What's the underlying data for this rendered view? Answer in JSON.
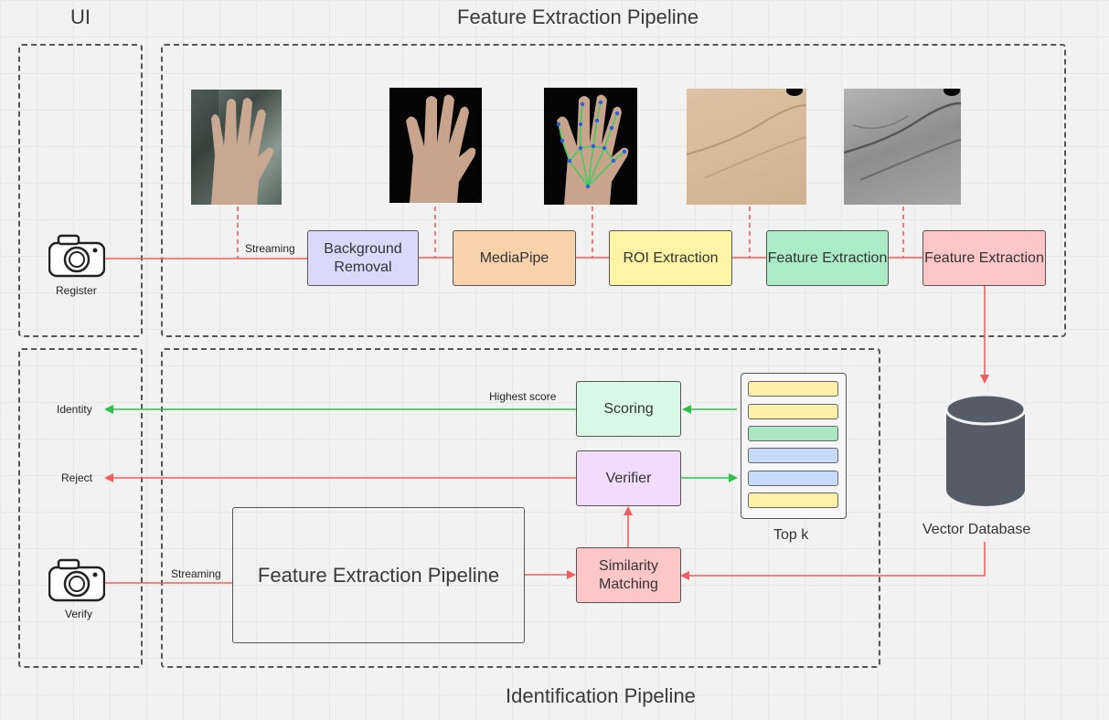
{
  "titles": {
    "ui": "UI",
    "feature_pipeline": "Feature Extraction Pipeline",
    "identification_pipeline": "Identification Pipeline"
  },
  "ui": {
    "register_label": "Register",
    "verify_label": "Verify",
    "identity_label": "Identity",
    "reject_label": "Reject"
  },
  "feature_pipeline": {
    "streaming_label": "Streaming",
    "stages": [
      {
        "label": "Background Removal",
        "color": "#dcd8fb"
      },
      {
        "label": "MediaPipe",
        "color": "#f8d2aa"
      },
      {
        "label": "ROI Extraction",
        "color": "#fdf4a6"
      },
      {
        "label": "Feature Extraction",
        "color": "#abecc6"
      },
      {
        "label": "Feature Extraction",
        "color": "#fdc7c7"
      }
    ]
  },
  "database": {
    "label": "Vector Database",
    "color": "#555b67"
  },
  "identification": {
    "streaming_label": "Streaming",
    "pipeline_box_label": "Feature Extraction Pipeline",
    "highest_score_label": "Highest score",
    "scoring_label": "Scoring",
    "verifier_label": "Verifier",
    "similarity_label": "Similarity Matching",
    "topk_label": "Top k",
    "topk_colors": [
      "#fdf1a8",
      "#fdf1a8",
      "#abe8c1",
      "#c7dafb",
      "#c7dafb",
      "#fdf1a8"
    ]
  },
  "colors": {
    "red_arrow": "#ef5f5f",
    "green_arrow": "#2fbf4f",
    "dashed": "#555555"
  },
  "icons": [
    "camera-icon",
    "database-icon"
  ]
}
